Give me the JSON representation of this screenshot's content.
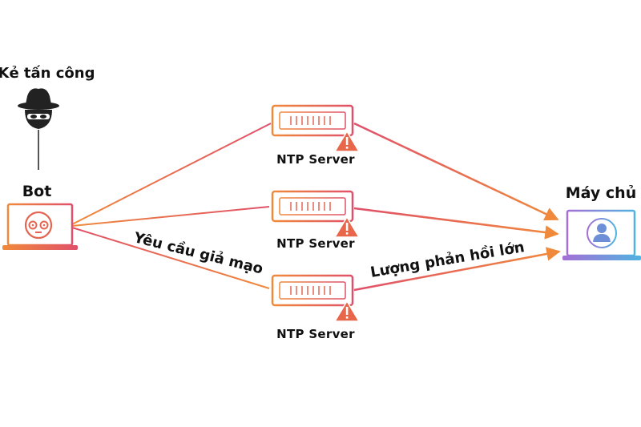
{
  "attacker": {
    "label": "Kẻ tấn công",
    "icon": "hacker-hat-icon"
  },
  "bot": {
    "label": "Bot",
    "icon": "bot-laptop-icon"
  },
  "ntp_servers": [
    {
      "label": "NTP Server",
      "icon": "server-warning-icon"
    },
    {
      "label": "NTP Server",
      "icon": "server-warning-icon"
    },
    {
      "label": "NTP Server",
      "icon": "server-warning-icon"
    }
  ],
  "target": {
    "label": "Máy chủ",
    "icon": "user-laptop-icon"
  },
  "flows": {
    "request_label": "Yêu cầu giả mạo",
    "response_label": "Lượng phản hồi lớn"
  },
  "colors": {
    "gradient_start": "#f08a3a",
    "gradient_end": "#e0506a",
    "warning": "#e8664a",
    "target_start": "#a46fd6",
    "target_end": "#4fb3e0",
    "attacker": "#222222"
  }
}
